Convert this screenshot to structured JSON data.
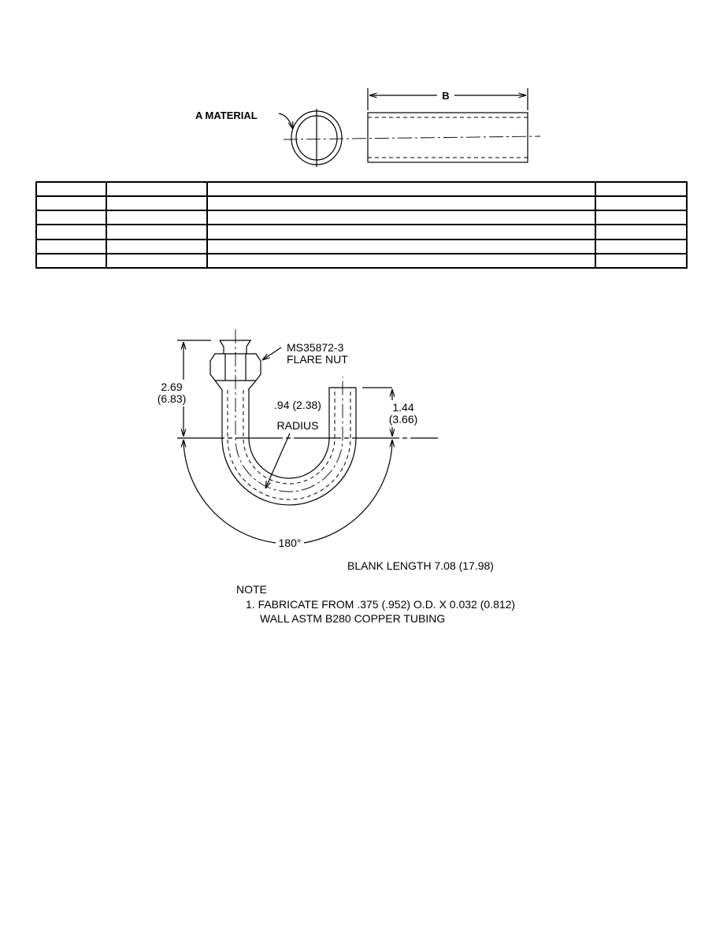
{
  "top_figure": {
    "material_label": "A MATERIAL",
    "length_label": "B"
  },
  "table": {
    "rows": 6,
    "columns": 4
  },
  "bottom_figure": {
    "part_number": "MS35872-3",
    "part_name": "FLARE NUT",
    "overall_height": "2.69",
    "overall_height_metric": "(6.83)",
    "leg_height": "1.44",
    "leg_height_metric": "(3.66)",
    "radius_value": ".94 (2.38)",
    "radius_label": "RADIUS",
    "bend_angle": "180°",
    "blank_length": "BLANK LENGTH 7.08 (17.98)",
    "note_heading": "NOTE",
    "note_line1": "1. FABRICATE FROM .375 (.952) O.D. X 0.032 (0.812)",
    "note_line2": "WALL ASTM B280 COPPER TUBING"
  }
}
